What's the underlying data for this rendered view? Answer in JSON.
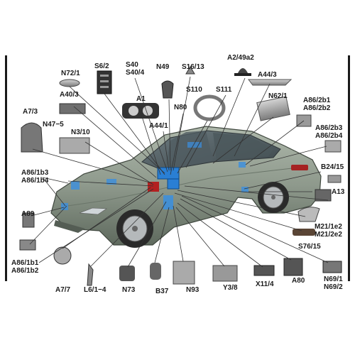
{
  "labels": {
    "N72_1": "N72/1",
    "S6_2": "S6/2",
    "S40": "S40",
    "S40_4": "S40/4",
    "N49": "N49",
    "S16_13": "S16/13",
    "A2_49a2": "A2/49a2",
    "A44_3": "A44/3",
    "A40_3": "A40/3",
    "A1": "A1",
    "S110": "S110",
    "S111": "S111",
    "N80": "N80",
    "N62_1": "N62/1",
    "A86_2b1": "A86/2b1",
    "A86_2b2": "A86/2b2",
    "A7_3": "A7/3",
    "N47_5": "N47−5",
    "N3_10": "N3/10",
    "A44_1": "A44/1",
    "A86_2b3": "A86/2b3",
    "A86_2b4": "A86/2b4",
    "A86_1b3": "A86/1b3",
    "A86_1b4": "A86/1b4",
    "B24_15": "B24/15",
    "A13": "A13",
    "A89": "A89",
    "M21_1e2": "M21/1e2",
    "M21_2e2": "M21/2e2",
    "S76_15": "S76/15",
    "A86_1b1": "A86/1b1",
    "A86_1b2": "A86/1b2",
    "A7_7": "A7/7",
    "L6_1_4": "L6/1−4",
    "N73": "N73",
    "B37": "B37",
    "N93": "N93",
    "Y3_8": "Y3/8",
    "X11_4": "X11/4",
    "A80": "A80",
    "N69_1": "N69/1",
    "N69_2": "N69/2"
  },
  "colors": {
    "car_body": "#8e998c",
    "highlight_module": "#2a7fd4",
    "accent_red": "#b32020",
    "leader_line": "#333333"
  }
}
